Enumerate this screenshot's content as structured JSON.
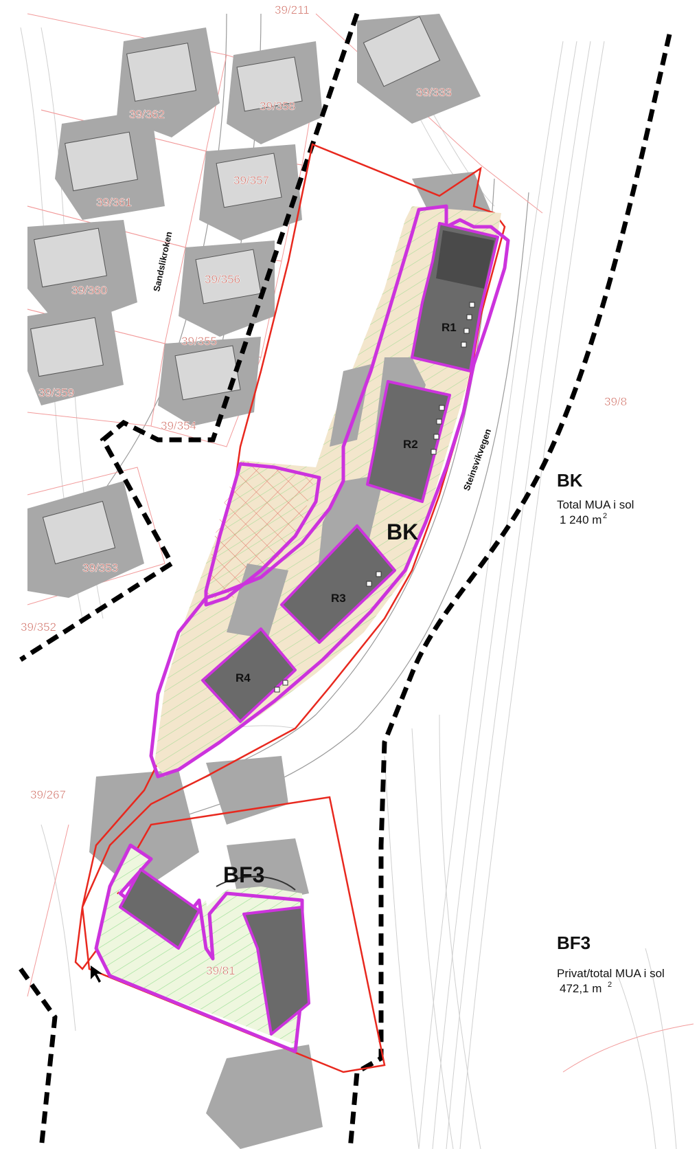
{
  "colors": {
    "plan_boundary": "#e8281e",
    "zone_outline": "#cc33dd",
    "sun_hatch": "#6fd36f",
    "area_fill": "#f3e6cc",
    "building_fill": "#6a6a6a",
    "shadow_fill": "#a8a8a8",
    "property_line": "#f29a9a",
    "contour": "#cfcfcf",
    "dashed_boundary": "#000000"
  },
  "plots": [
    {
      "id": "39/211"
    },
    {
      "id": "39/362"
    },
    {
      "id": "39/358"
    },
    {
      "id": "39/333"
    },
    {
      "id": "39/361"
    },
    {
      "id": "39/357"
    },
    {
      "id": "39/360"
    },
    {
      "id": "39/356"
    },
    {
      "id": "39/355"
    },
    {
      "id": "39/359"
    },
    {
      "id": "39/354"
    },
    {
      "id": "39/8"
    },
    {
      "id": "39/353"
    },
    {
      "id": "39/352"
    },
    {
      "id": "39/267"
    },
    {
      "id": "39/81"
    }
  ],
  "roads": [
    {
      "name": "Sandslikroken"
    },
    {
      "name": "Steinsvikvegen"
    }
  ],
  "buildings": [
    {
      "id": "R1"
    },
    {
      "id": "R2"
    },
    {
      "id": "R3"
    },
    {
      "id": "R4"
    }
  ],
  "zones": [
    {
      "id": "BK"
    },
    {
      "id": "BF3"
    }
  ],
  "legend": {
    "bk": {
      "title": "BK",
      "line1": "Total MUA i sol",
      "value": "1 240 m",
      "sup": "2"
    },
    "bf3": {
      "title": "BF3",
      "line1": "Privat/total MUA i sol",
      "value": "472,1 m",
      "sup": "2"
    }
  }
}
